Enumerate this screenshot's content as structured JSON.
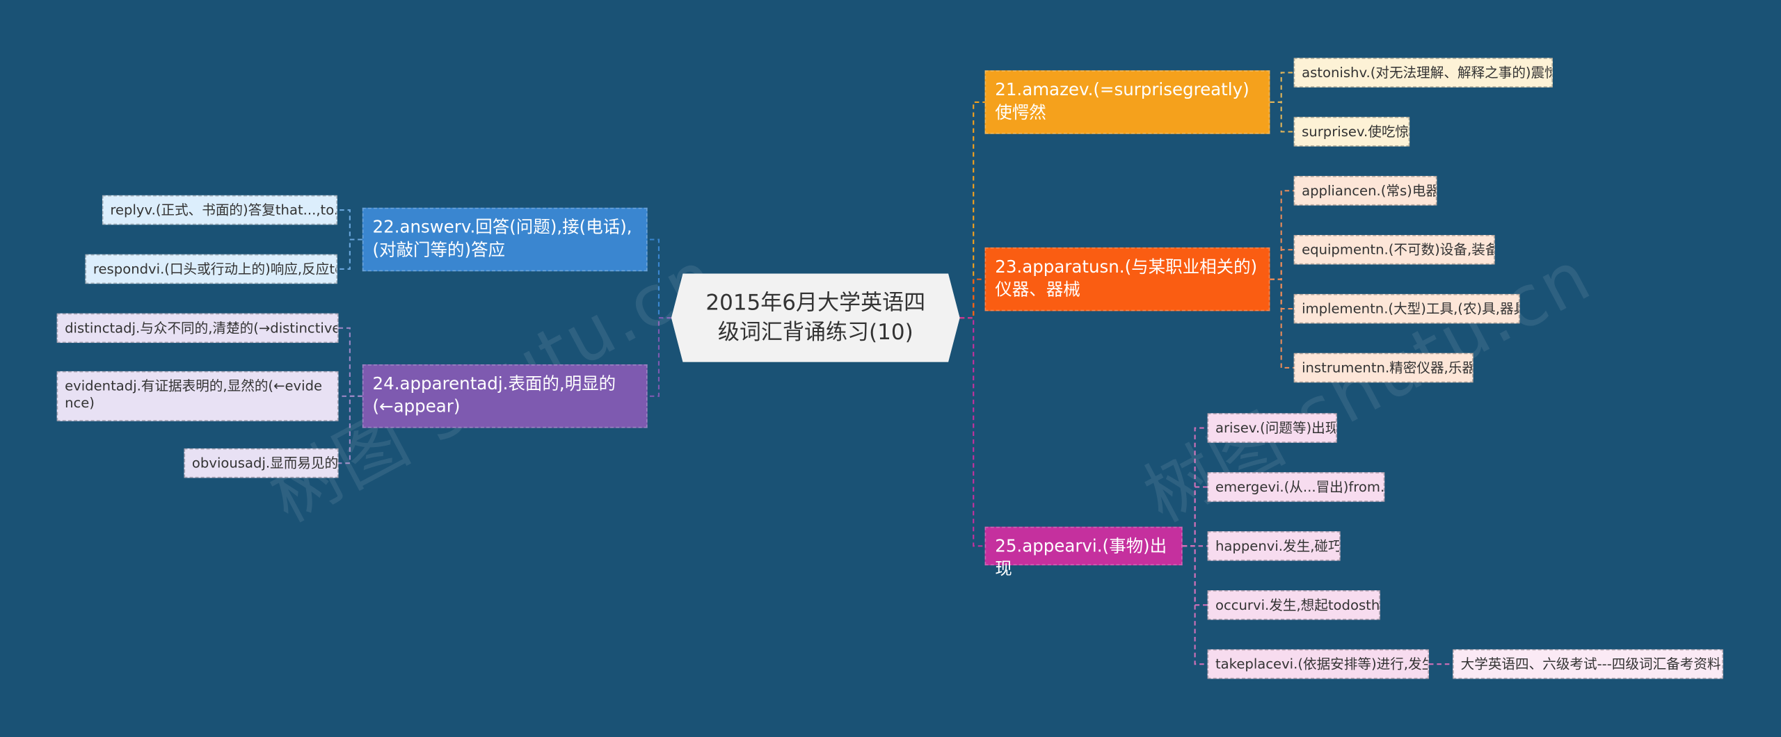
{
  "center": {
    "label": "2015年6月大学英语四级词汇背诵练习(10)"
  },
  "colors": {
    "background": "#1a5275",
    "orange": "#f5a11c",
    "red_orange": "#fa5d12",
    "blue": "#3a86d0",
    "purple": "#7e5ab0",
    "magenta": "#c5309e"
  },
  "branches": {
    "b21": {
      "label": "21.amazev.(=surprisegreatly)使愕然",
      "children": [
        "astonishv.(对无法理解、解释之事的)震惊",
        "surprisev.使吃惊"
      ]
    },
    "b22": {
      "label": "22.answerv.回答(问题),接(电话),(对敲门等的)答应",
      "children": [
        "replyv.(正式、书面的)答复that...,to...",
        "respondvi.(口头或行动上的)响应,反应to"
      ]
    },
    "b23": {
      "label": "23.apparatusn.(与某职业相关的)仪器、器械",
      "children": [
        "appliancen.(常s)电器",
        "equipmentn.(不可数)设备,装备",
        "implementn.(大型)工具,(农)具,器具",
        "instrumentn.精密仪器,乐器"
      ]
    },
    "b24": {
      "label": "24.apparentadj.表面的,明显的(←appear)",
      "children": [
        "distinctadj.与众不同的,清楚的(→distinctive)",
        "evidentadj.有证据表明的,显然的(←evidence)",
        "obviousadj.显而易见的"
      ]
    },
    "b25": {
      "label": "25.appearvi.(事物)出现",
      "children": [
        "arisev.(问题等)出现",
        "emergevi.(从...冒出)from...",
        "happenvi.发生,碰巧",
        "occurvi.发生,想起todosth.",
        "takeplacevi.(依据安排等)进行,发生"
      ],
      "grandchild": "大学英语四、六级考试---四级词汇备考资料"
    }
  },
  "watermarks": [
    "树图 shutu.cn",
    "树图 shutu.cn"
  ]
}
